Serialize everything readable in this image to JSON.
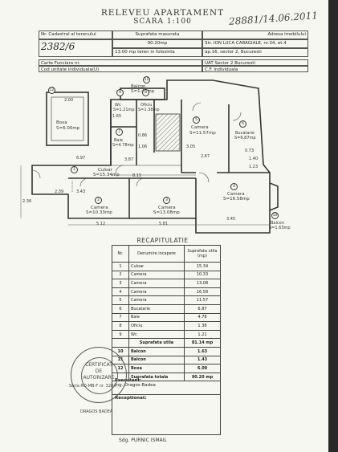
{
  "header": {
    "title": "RELEVEU APARTAMENT",
    "scale": "SCARA 1:100",
    "handwritten": "28881/14.06.2011"
  },
  "info": {
    "cadastral_label": "Nr. Cadastral al terenului",
    "cadastral_value": "2382/6",
    "area_label": "Suprafata masurata",
    "area_useful": "90.20mp",
    "area_terrace": "13.00 mp teren in folosinta",
    "address_label": "Adresa imobilului",
    "address_line1": "Str. ION LUCA CARAGIALE, nr.34, et.4",
    "address_line2": "ap.16, sector 2, Bucuresti",
    "carte_label": "Carte Funciara nr.",
    "cod_label": "Cod unitate individuala(U)",
    "uat_label": "UAT Sector 2 Bucuresti",
    "cf_label": "C.F. individuala"
  },
  "rooms": {
    "balcon_top": "Balcon",
    "balcon_top_area": "S=1.43mp",
    "boxa": "Boxa",
    "boxa_area": "S=6.00mp",
    "wc": "Wc",
    "wc_area": "S=1.21mp",
    "oficiu": "Oficiu",
    "oficiu_area": "S=1.38mp",
    "baie": "Baie",
    "baie_area": "S=4.78mp",
    "camera5": "Camera",
    "camera5_area": "S=11.57mp",
    "bucatarie": "Bucatarie",
    "bucatarie_area": "S=6.87mp",
    "culoar": "Culoar",
    "culoar_area": "S=15.34mp",
    "camera2": "Camera",
    "camera2_area": "S=10.33mp",
    "camera3": "Camera",
    "camera3_area": "S=13.08mp",
    "camera4": "Camera",
    "camera4_area": "S=16.58mp",
    "balcon_right": "Balcon",
    "balcon_right_area": "S=1.63mp"
  },
  "dims": [
    "2.00",
    "1.65",
    "0.86",
    "1.06",
    "8.15",
    "2.67",
    "3.05",
    "3.45",
    "5.12",
    "5.81",
    "2.36",
    "6.97",
    "0.73",
    "1.40",
    "1.23",
    "3.87",
    "3.43",
    "2.39"
  ],
  "recap": {
    "title": "RECAPITULATIE",
    "col_nr": "Nr.",
    "col_name": "Denumire incapere",
    "col_area": "Suprafata utila (mp)",
    "rows": [
      {
        "nr": "1",
        "name": "Culoar",
        "area": "15.34"
      },
      {
        "nr": "2",
        "name": "Camera",
        "area": "10.33"
      },
      {
        "nr": "3",
        "name": "Camera",
        "area": "13.08"
      },
      {
        "nr": "4",
        "name": "Camera",
        "area": "16.58"
      },
      {
        "nr": "5",
        "name": "Camera",
        "area": "11.57"
      },
      {
        "nr": "6",
        "name": "Bucatarie",
        "area": "6.87"
      },
      {
        "nr": "7",
        "name": "Baie",
        "area": "4.78"
      },
      {
        "nr": "8",
        "name": "Oficiu",
        "area": "1.38"
      },
      {
        "nr": "9",
        "name": "Wc",
        "area": "1.21"
      }
    ],
    "useful_label": "Suprafata utila",
    "useful_value": "81.14 mp",
    "extra_rows": [
      {
        "nr": "10",
        "name": "Balcon",
        "area": "1.63"
      },
      {
        "nr": "11",
        "name": "Balcon",
        "area": "1.43"
      },
      {
        "nr": "12",
        "name": "Boxa",
        "area": "6.00"
      }
    ],
    "total_label": "Suprafata totala",
    "total_value": "90.20 mp"
  },
  "signatures": {
    "executant_label": "Executant:",
    "executant_name": "Ing. Dragos Badea",
    "receptionat_label": "Receptionat:",
    "footer": "Sdg. PURNIC ISMAIL"
  },
  "stamp": {
    "line1": "CERTIFICAT",
    "line2": "DE",
    "line3": "AUTORIZARE",
    "serial": "Seria RO-MB-F nr. 3284",
    "name": "DRAGOS BADEA"
  },
  "colors": {
    "ink": "#333333",
    "paper": "#f7f7f2",
    "hatch": "#555555"
  }
}
